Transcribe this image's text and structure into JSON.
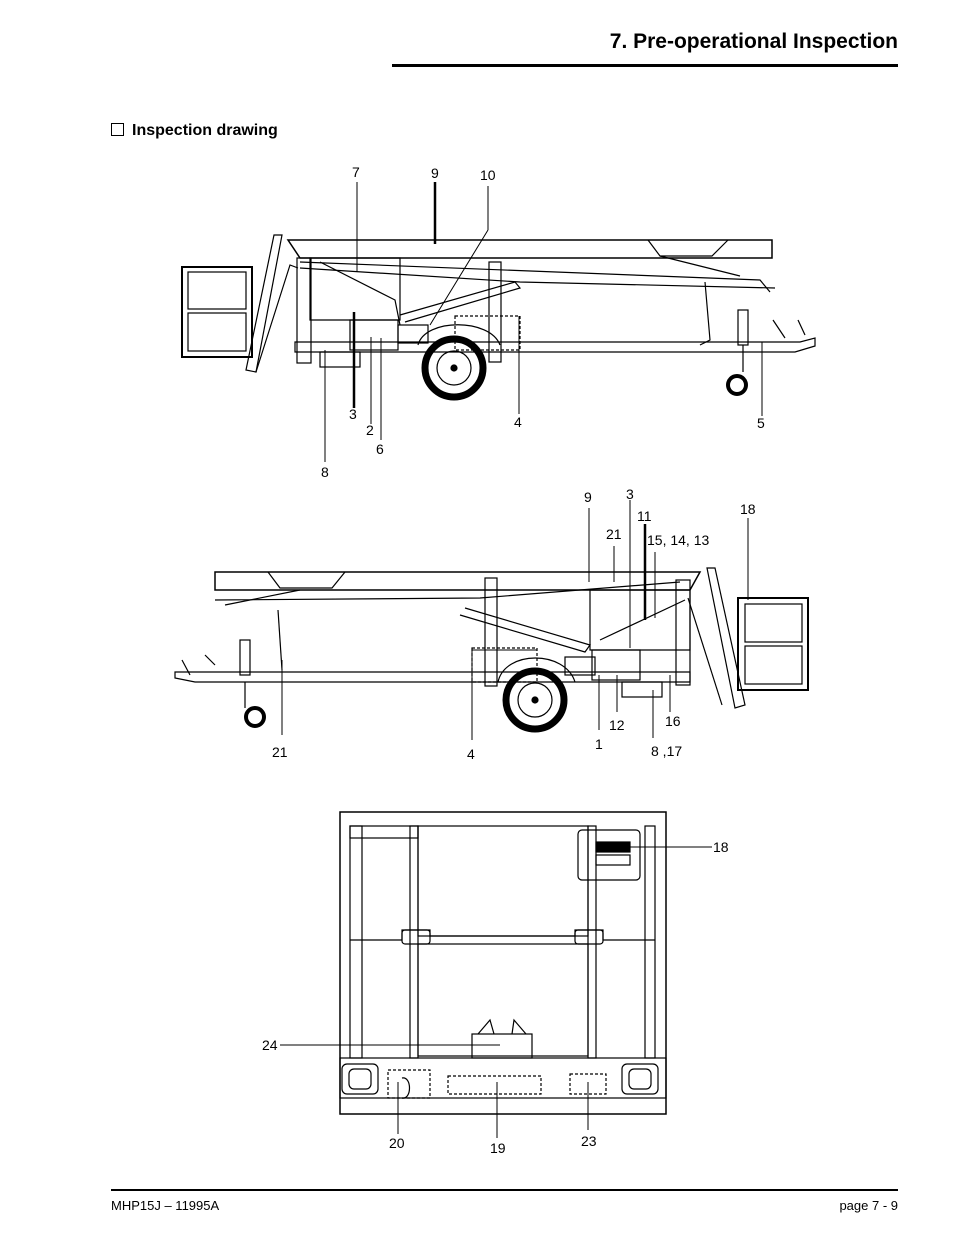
{
  "header": {
    "title": "7. Pre-operational Inspection"
  },
  "section": {
    "title": "Inspection drawing"
  },
  "drawing1": {
    "labels": [
      "7",
      "9",
      "10",
      "3",
      "2",
      "6",
      "4",
      "5",
      "8"
    ]
  },
  "drawing2": {
    "labels": [
      "9",
      "3",
      "11",
      "21",
      "15, 14, 13",
      "18",
      "21",
      "4",
      "1",
      "12",
      "16",
      "8 ,17"
    ]
  },
  "drawing3": {
    "labels": [
      "18",
      "24",
      "20",
      "19",
      "23"
    ]
  },
  "footer": {
    "left": "MHP15J – 11995A",
    "right": "page  7 - 9"
  }
}
